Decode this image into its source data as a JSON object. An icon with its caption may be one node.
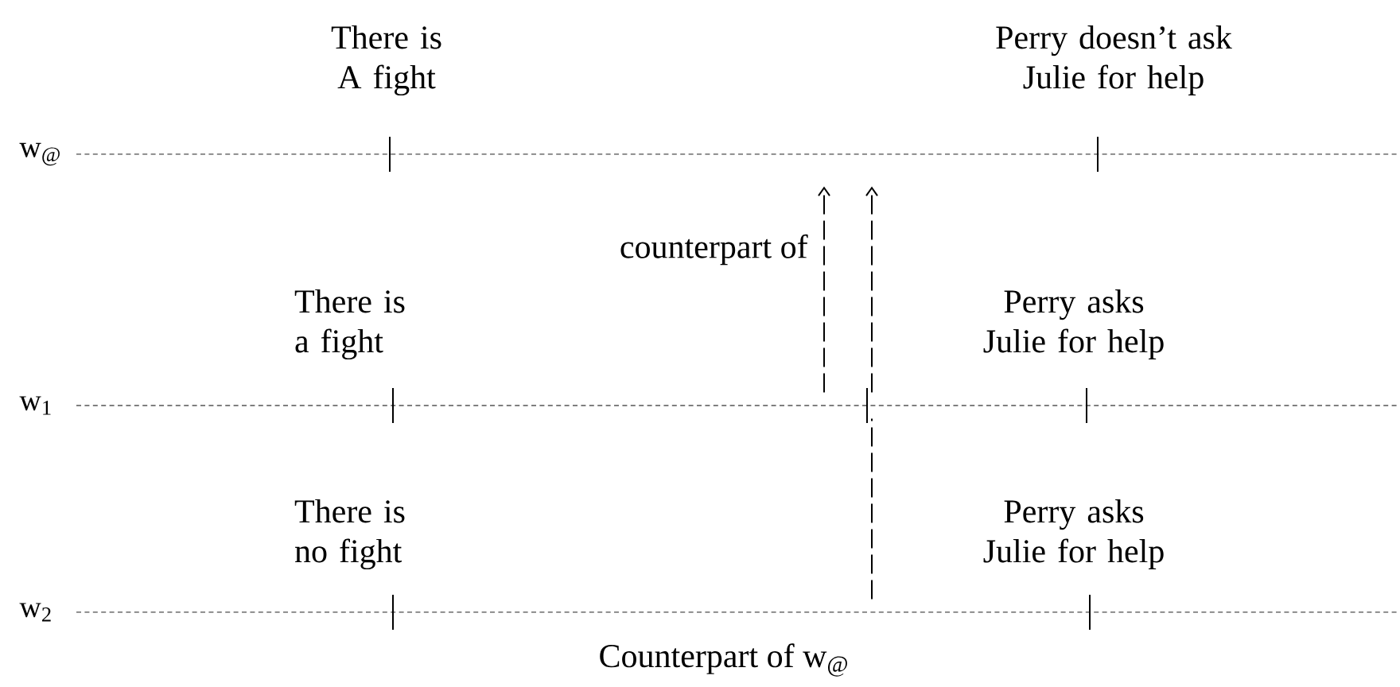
{
  "diagram": {
    "nodes": [
      {
        "text": [
          "w$_{@}$"
        ],
        "beside": [
          "There is A fight",
          "Perry doesn’t ask Julie for help"
        ]
      },
      {
        "text": [
          "w$_{1}$"
        ],
        "beside": [
          "There is a fight",
          "Perry asks Julie for help"
        ]
      },
      {
        "text": [
          "w$_{2}$"
        ],
        "beside": [
          "There is no fight",
          "Perry asks Julie for help"
        ]
      }
    ],
    "edges": [
      {
        "from": 1,
        "to": 0,
        "arrow": "to",
        "label": "counterpart of"
      },
      {
        "from": 1,
        "to": 0,
        "arrow": "to"
      },
      {
        "from": 2,
        "to": 1,
        "arrow": "none"
      }
    ],
    "labels": [
      "Counterpart of w$_{@}$"
    ]
  }
}
